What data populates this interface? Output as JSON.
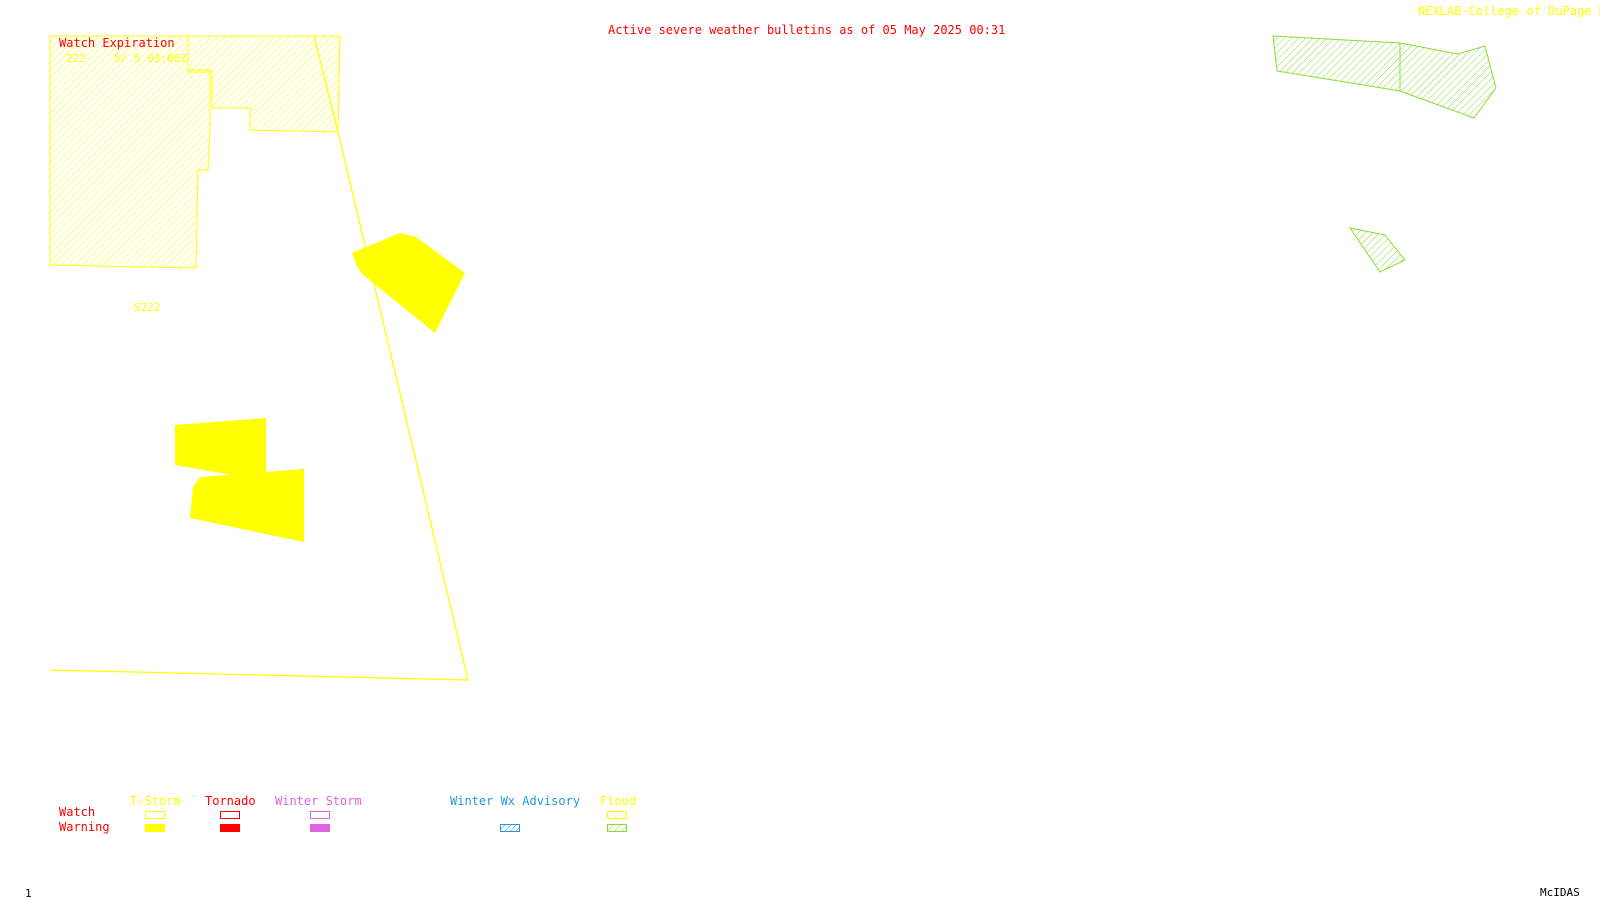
{
  "header": {
    "title": "Active severe weather bulletins as of 05 May 2025 00:31",
    "credit": "NEXLAB-College of DuPage R"
  },
  "watch_box": {
    "heading": "Watch Expiration",
    "entry_id": "222",
    "entry_time": "5/ 5 03:00Z"
  },
  "map": {
    "watch_label": "S222"
  },
  "legend": {
    "row_watch": "Watch",
    "row_warning": "Warning",
    "tstorm": "T-Storm",
    "tornado": "Tornado",
    "winter_storm": "Winter Storm",
    "winter_wx_advisory": "Winter Wx Advisory",
    "flood": "Flood"
  },
  "footer": {
    "frame_number": "1",
    "software": "McIDAS"
  },
  "colors": {
    "background": "#ffffff",
    "tstorm": "#ffff00",
    "tornado": "#ff0000",
    "winter_storm": "#dd66dd",
    "winter_wx_advisory": "#2299dd",
    "flood": "#88dd33",
    "title": "#ff0000",
    "footer": "#000000"
  }
}
